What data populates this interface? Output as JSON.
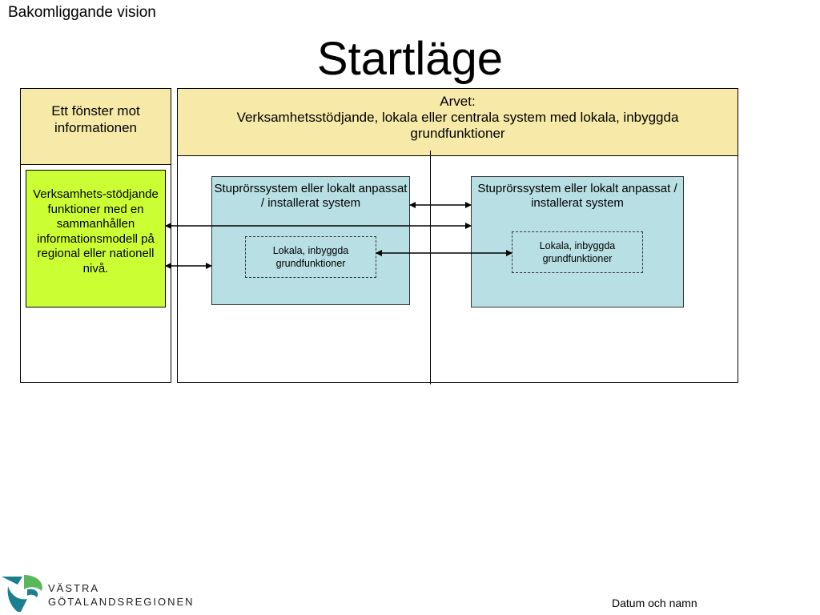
{
  "header": {
    "subtitle": "Bakomliggande vision",
    "title": "Startläge"
  },
  "left_panel": {
    "heading": "Ett fönster mot informationen",
    "green_box_text": "Verksamhets-stödjande funktioner med en sammanhållen informationsmodell på regional eller nationell nivå."
  },
  "right_panel": {
    "heading_line1": "Arvet:",
    "heading_line2": "Verksamhetsstödjande, lokala eller centrala system med lokala, inbyggda grundfunktioner",
    "system_1": {
      "title": "Stuprörssystem eller lokalt anpassat / installerat system",
      "inner": "Lokala, inbyggda grundfunktioner"
    },
    "system_2": {
      "title": "Stuprörssystem eller lokalt anpassat / installerat system",
      "inner": "Lokala, inbyggda grundfunktioner"
    }
  },
  "logo": {
    "line1": "VÄSTRA",
    "line2": "GÖTALANDSREGIONEN"
  },
  "footer": {
    "text": "Datum och namn"
  },
  "colors": {
    "header_fill": "#f7eaa8",
    "green_box": "#ccff33",
    "system_box": "#b8e0e4",
    "logo_teal": "#1a7f8e",
    "logo_green": "#5bb85a"
  }
}
